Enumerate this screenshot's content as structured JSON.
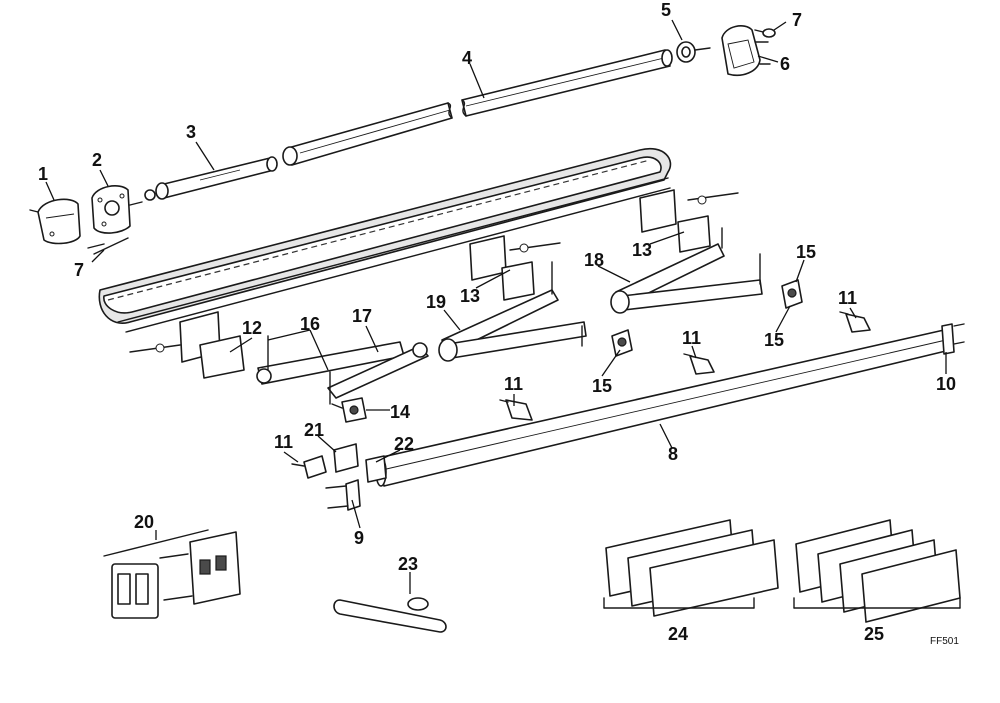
{
  "callouts": {
    "c1": "1",
    "c2": "2",
    "c3": "3",
    "c4": "4",
    "c5": "5",
    "c6": "6",
    "c7a": "7",
    "c7b": "7",
    "c8": "8",
    "c9": "9",
    "c10": "10",
    "c11a": "11",
    "c11b": "11",
    "c11c": "11",
    "c11d": "11",
    "c12": "12",
    "c13a": "13",
    "c13b": "13",
    "c14": "14",
    "c15a": "15",
    "c15b": "15",
    "c15c": "15",
    "c16": "16",
    "c17": "17",
    "c18": "18",
    "c19": "19",
    "c20": "20",
    "c21": "21",
    "c22": "22",
    "c23": "23",
    "c24": "24",
    "c25": "25"
  },
  "figure_code": "FF501"
}
